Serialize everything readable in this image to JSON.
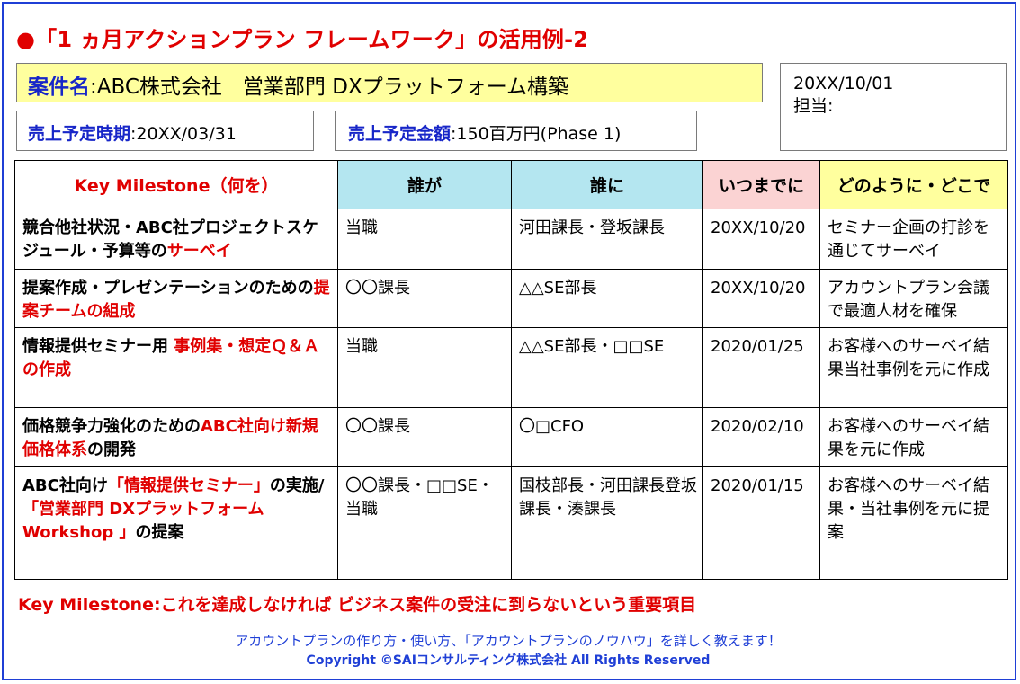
{
  "title": "●「1 ヵ月アクションプラン フレームワーク」の活用例-2",
  "case": {
    "label": "案件名",
    "sep": ":",
    "value": "ABC株式会社　営業部門 DXプラットフォーム構築"
  },
  "sales_date": {
    "label": "売上予定時期",
    "sep": ":",
    "value": "20XX/03/31"
  },
  "sales_amount": {
    "label": "売上予定金額",
    "sep": ":",
    "value": "150百万円(Phase 1)"
  },
  "info": {
    "date": "20XX/10/01",
    "owner": "担当:"
  },
  "table": {
    "headers": {
      "milestone": "Key Milestone（何を）",
      "who": "誰が",
      "to_whom": "誰に",
      "by_when": "いつまでに",
      "how": "どのように・どこで"
    },
    "rows": [
      {
        "m1": "競合他社状況・ABC社プロジェクトスケジュール・予算等の",
        "m1_red": "サーベイ",
        "who": "当職",
        "to_whom": "河田課長・登坂課長",
        "when": "20XX/10/20",
        "how": "セミナー企画の打診を通じてサーベイ"
      },
      {
        "m1": "提案作成・プレゼンテーションのための",
        "m1_red": "提案チームの組成",
        "who": "〇〇課長",
        "to_whom": "△△SE部長",
        "when": "20XX/10/20",
        "how": "アカウントプラン会議で最適人材を確保"
      },
      {
        "m1": "情報提供セミナー用 ",
        "m1_red": "事例集・想定Ｑ＆Ａの作成",
        "who": "当職",
        "to_whom": "△△SE部長・□□SE",
        "when": "2020/01/25",
        "how": "お客様へのサーベイ結果当社事例を元に作成"
      },
      {
        "m1": "価格競争力強化のための",
        "m1_red": "ABC社向け新規価格体系",
        "m1_tail": "の開発",
        "who": "〇〇課長",
        "to_whom": "〇□CFO",
        "when": "2020/02/10",
        "how": "お客様へのサーベイ結果を元に作成"
      },
      {
        "m1": "ABC社向け",
        "m1_red": "「情報提供セミナー」",
        "m1_mid": "の実施/",
        "m1_red2": "「営業部門 DXプラットフォーム Workshop 」",
        "m1_tail": "の提案",
        "who": "〇〇課長・□□SE・当職",
        "to_whom": "国枝部長・河田課長登坂課長・湊課長",
        "when": "2020/01/15",
        "how": "お客様へのサーベイ結果・当社事例を元に提案"
      }
    ]
  },
  "note": "Key Milestone:これを達成しなければ ビジネス案件の受注に到らないという重要項目",
  "footer": {
    "line1": "アカウントプランの作り方・使い方、「アカウントプランのノウハウ」を詳しく教えます！",
    "line2": "Copyright ©SAIコンサルティング株式会社 All Rights Reserved"
  }
}
